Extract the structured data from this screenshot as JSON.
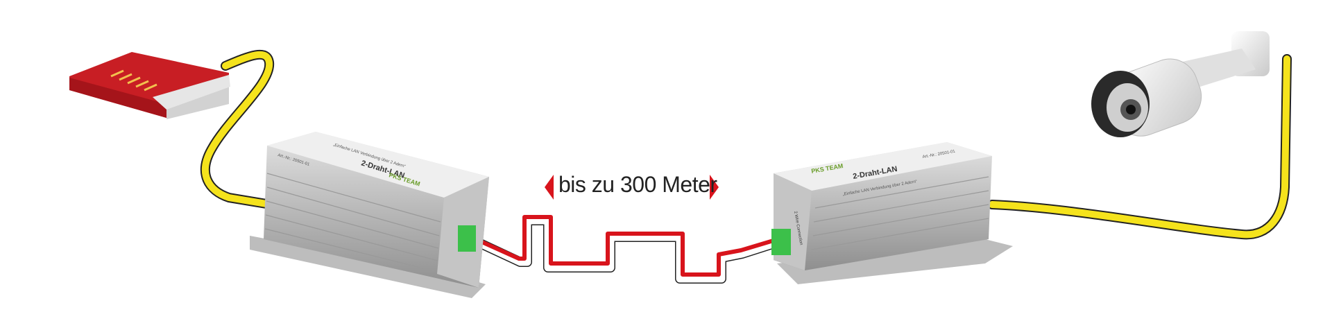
{
  "distance_label": "bis zu 300 Meter",
  "device": {
    "name": "2-Draht-LAN",
    "tagline": "„Einfache LAN Verbindung über 2 Adern“",
    "article_no": "Art.-Nr.: 20501-01",
    "brand": "PKS TEAM",
    "port_label": "2 Wire Connection"
  },
  "colors": {
    "cable_lan": "#f5e31c",
    "cable_red": "#d8141c",
    "arrow": "#d8141c",
    "terminal": "#3cc04a",
    "router": "#c81e24"
  }
}
